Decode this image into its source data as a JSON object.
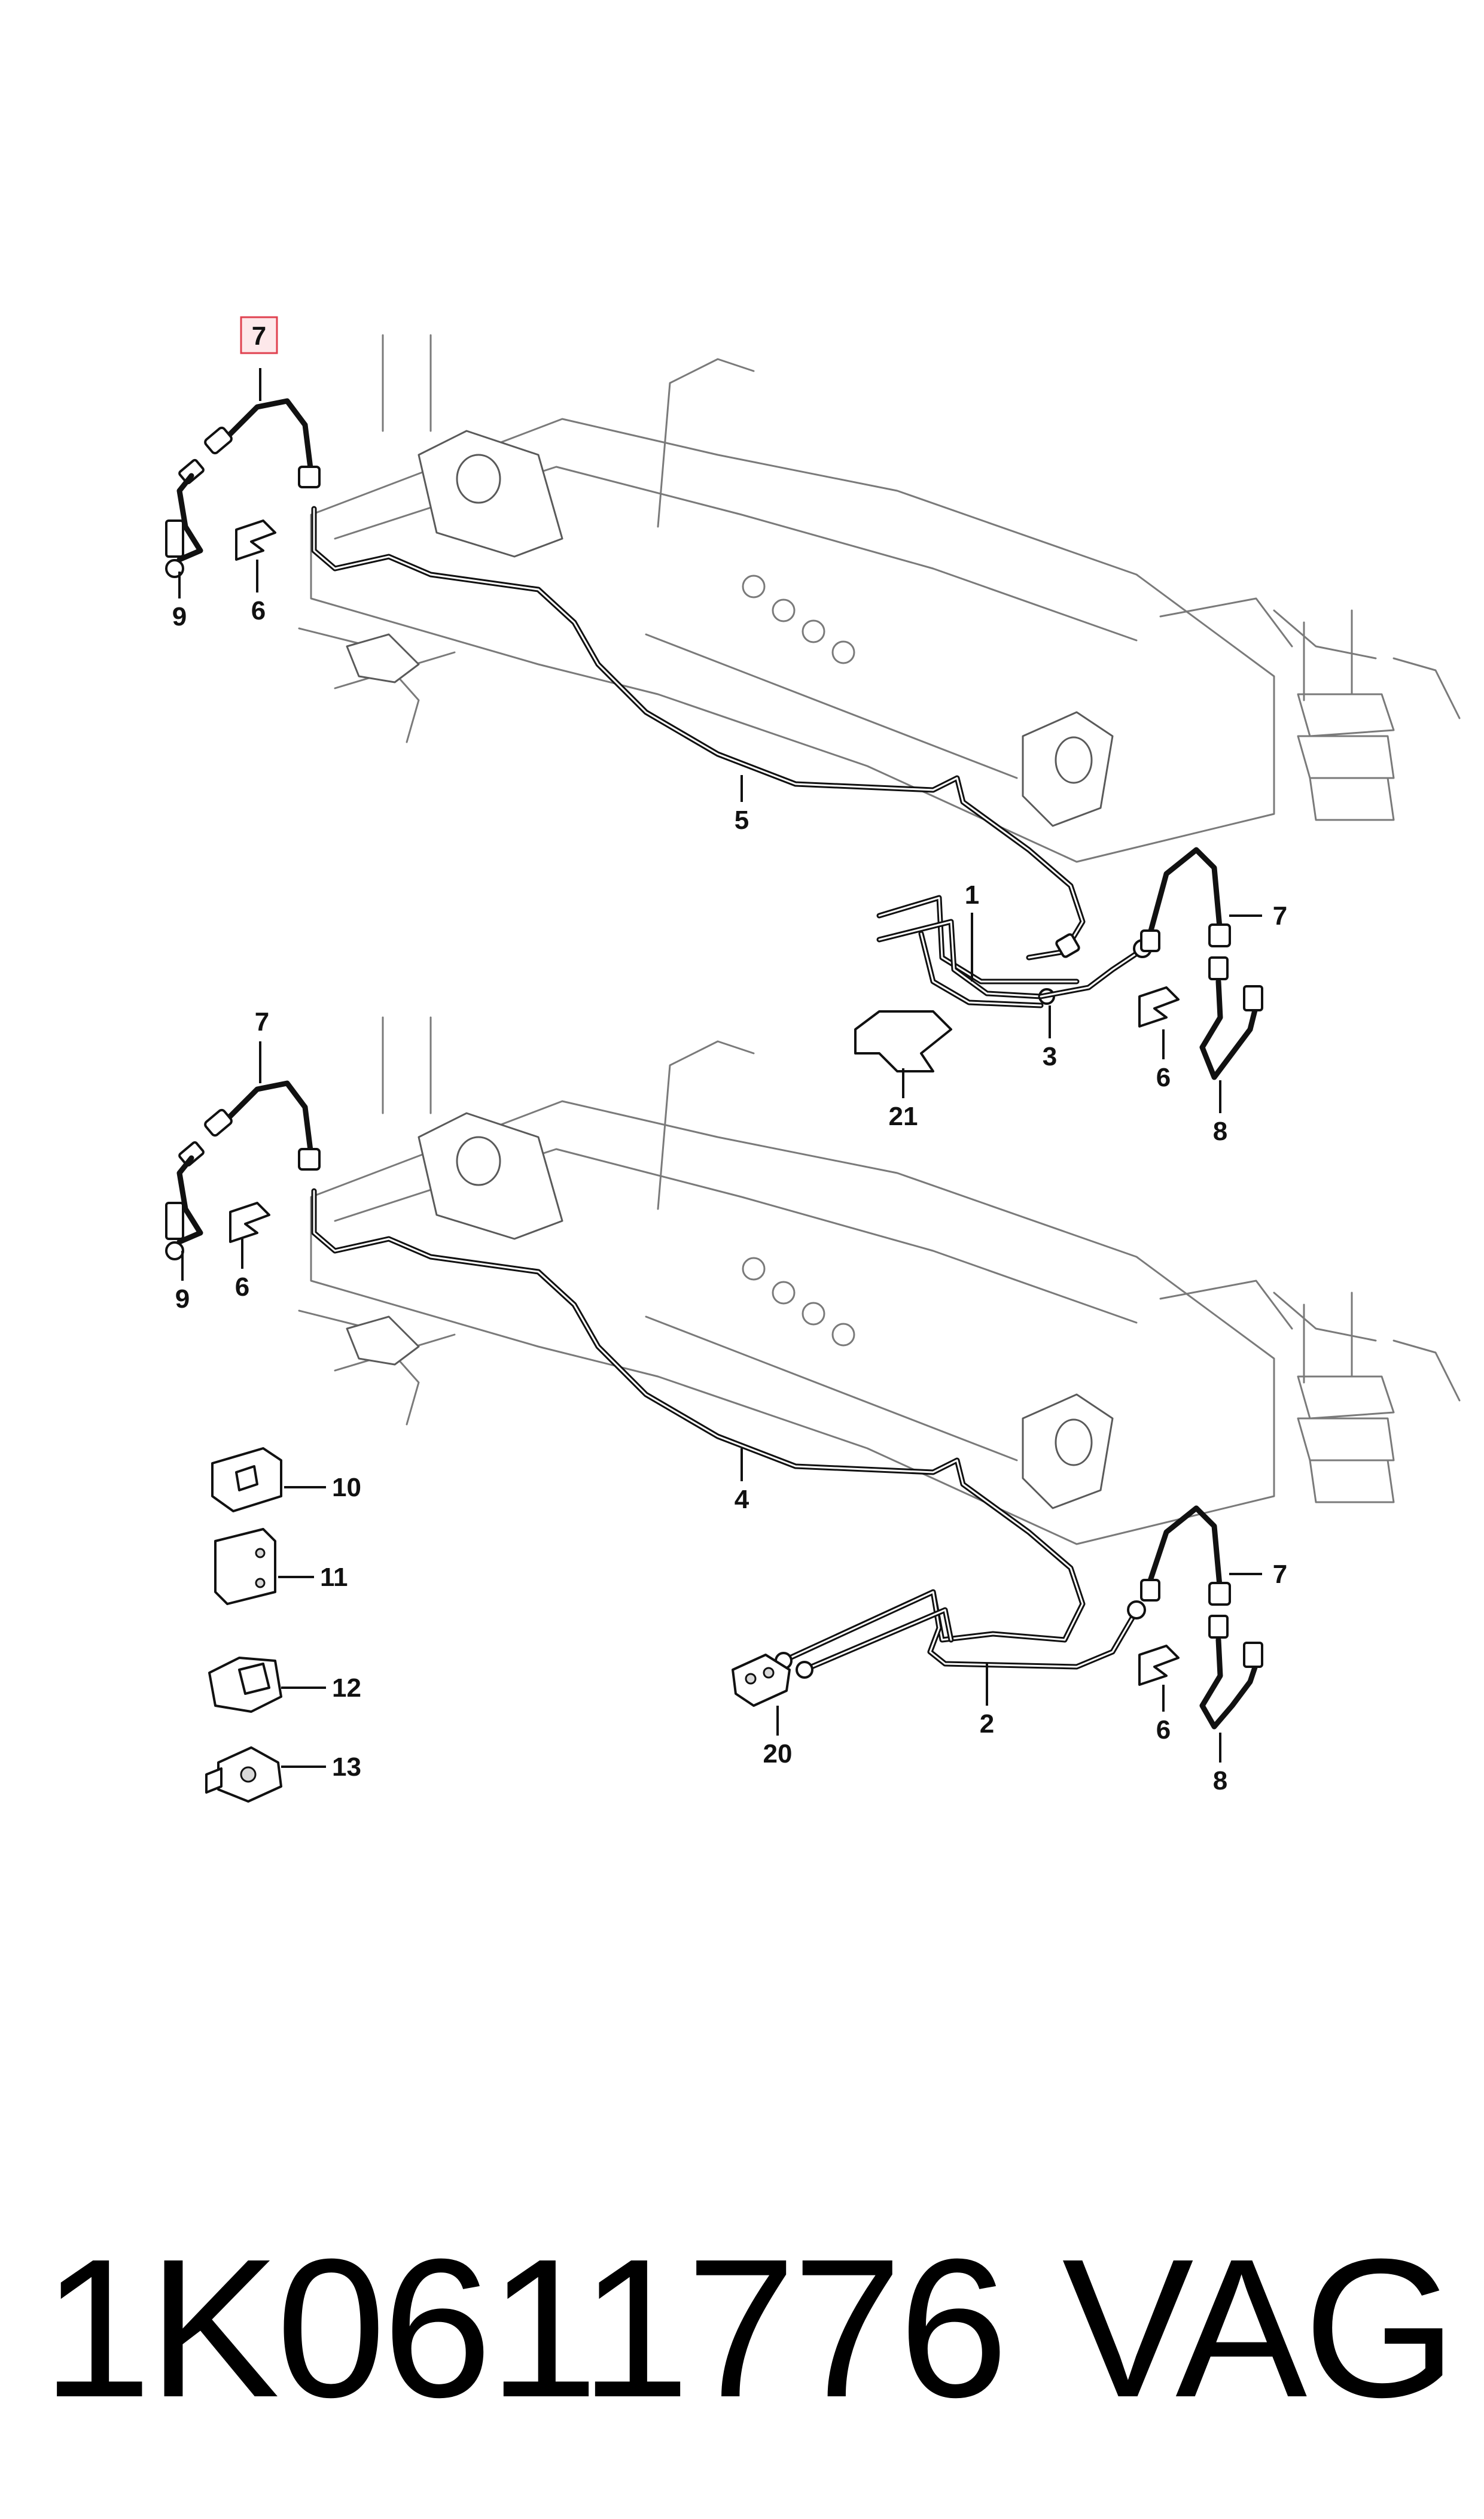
{
  "callouts": {
    "top": {
      "c7a": "7",
      "c9": "9",
      "c6a": "6",
      "c5": "5",
      "c1": "1",
      "c7b": "7",
      "c3": "3",
      "c6b": "6",
      "c21": "21",
      "c8": "8"
    },
    "bottom": {
      "c7a": "7",
      "c9": "9",
      "c6a": "6",
      "c4": "4",
      "c10": "10",
      "c11": "11",
      "c12": "12",
      "c13": "13",
      "c7b": "7",
      "c2": "2",
      "c6b": "6",
      "c20": "20",
      "c8": "8"
    }
  },
  "highlight_callout": "7",
  "colors": {
    "highlight_fill": "#fde8ea",
    "highlight_border": "#e0414f"
  },
  "footer": {
    "part_number": "1K0611776",
    "brand": "VAG"
  }
}
